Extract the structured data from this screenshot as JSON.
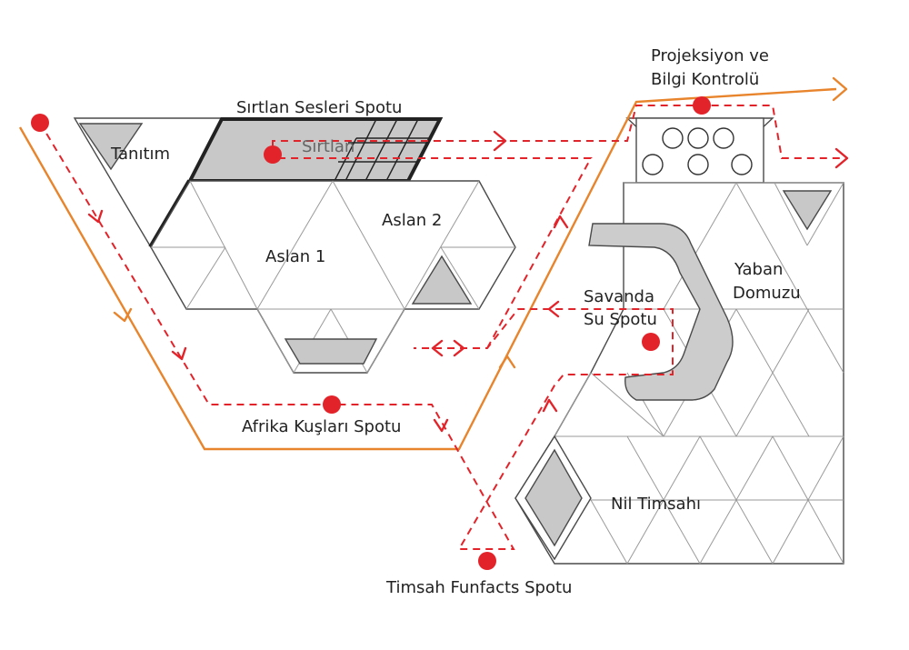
{
  "colors": {
    "route_main": "#e8842c",
    "route_spot": "#e3232a",
    "spot": "#e3232a",
    "zone_grey": "#c8c8c8",
    "outline": "#4a4a4a"
  },
  "zones": {
    "tanitim": "Tanıtım",
    "sirtlan": "Sırtlan",
    "aslan1": "Aslan 1",
    "aslan2": "Aslan 2",
    "yaban_line1": "Yaban",
    "yaban_line2": "Domuzu",
    "nil_timsahi": "Nil Timsahı"
  },
  "spots": {
    "sirtlan_sesleri": "Sırtlan Sesleri Spotu",
    "projeksiyon_line1": "Projeksiyon ve",
    "projeksiyon_line2": "Bilgi Kontrolü",
    "savanda_line1": "Savanda",
    "savanda_line2": "Su Spotu",
    "afrika_kuslari": "Afrika Kuşları Spotu",
    "timsah_funfacts": "Timsah Funfacts Spotu"
  }
}
